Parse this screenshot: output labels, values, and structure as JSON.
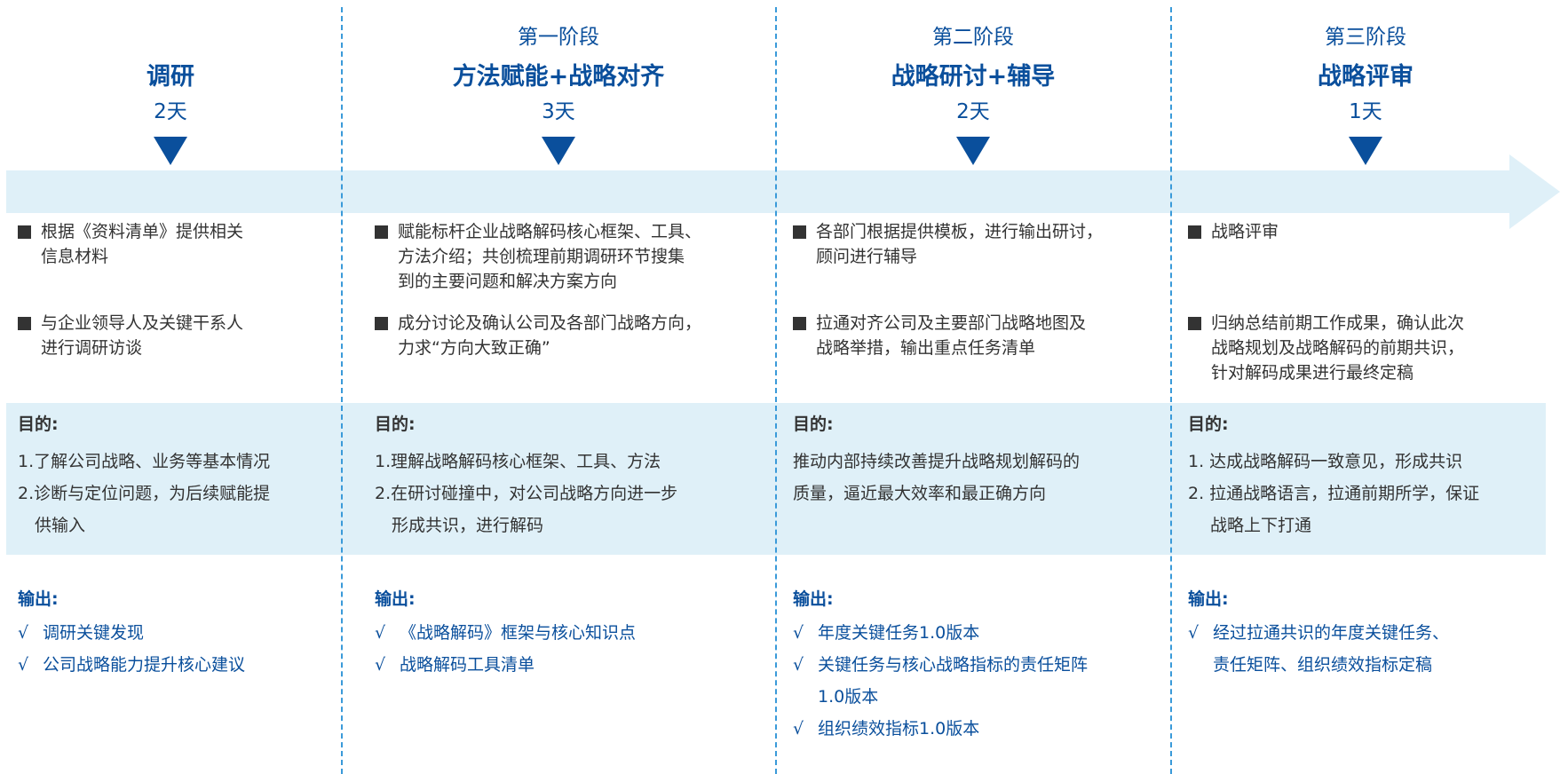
{
  "columns": [
    {
      "stage": "",
      "title": "调研",
      "days": "2天",
      "bullets": [
        [
          "根据《资料清单》提供相关",
          "信息材料"
        ],
        [
          "与企业领导人及关键干系人",
          "进行调研访谈"
        ]
      ],
      "purpose_label": "目的:",
      "purpose": [
        "1.了解公司战略、业务等基本情况",
        "2.诊断与定位问题，为后续赋能提",
        "　供输入"
      ],
      "output_label": "输出:",
      "outputs": [
        [
          "调研关键发现"
        ],
        [
          "公司战略能力提升核心建议"
        ]
      ]
    },
    {
      "stage": "第一阶段",
      "title": "方法赋能+战略对齐",
      "days": "3天",
      "bullets": [
        [
          "赋能标杆企业战略解码核心框架、工具、",
          "方法介绍；共创梳理前期调研环节搜集",
          "到的主要问题和解决方案方向"
        ],
        [
          "成分讨论及确认公司及各部门战略方向，",
          "力求“方向大致正确”"
        ]
      ],
      "purpose_label": "目的:",
      "purpose": [
        "1.理解战略解码核心框架、工具、方法",
        "2.在研讨碰撞中，对公司战略方向进一步",
        "　形成共识，进行解码"
      ],
      "output_label": "输出:",
      "outputs": [
        [
          "《战略解码》框架与核心知识点"
        ],
        [
          "战略解码工具清单"
        ]
      ]
    },
    {
      "stage": "第二阶段",
      "title": "战略研讨+辅导",
      "days": "2天",
      "bullets": [
        [
          "各部门根据提供模板，进行输出研讨，",
          "顾问进行辅导"
        ],
        [
          "拉通对齐公司及主要部门战略地图及",
          "战略举措，输出重点任务清单"
        ]
      ],
      "purpose_label": "目的:",
      "purpose": [
        "推动内部持续改善提升战略规划解码的",
        "质量，逼近最大效率和最正确方向"
      ],
      "output_label": "输出:",
      "outputs": [
        [
          "年度关键任务1.0版本"
        ],
        [
          "关键任务与核心战略指标的责任矩阵",
          "1.0版本"
        ],
        [
          "组织绩效指标1.0版本"
        ]
      ]
    },
    {
      "stage": "第三阶段",
      "title": "战略评审",
      "days": "1天",
      "bullets": [
        [
          "战略评审"
        ],
        [
          "归纳总结前期工作成果，确认此次",
          "战略规划及战略解码的前期共识，",
          "针对解码成果进行最终定稿"
        ]
      ],
      "purpose_label": "目的:",
      "purpose": [
        "1. 达成战略解码一致意见，形成共识",
        "2. 拉通战略语言，拉通前期所学，保证",
        "　 战略上下打通"
      ],
      "output_label": "输出:",
      "outputs": [
        [
          "经过拉通共识的年度关键任务、",
          "责任矩阵、组织绩效指标定稿"
        ]
      ]
    }
  ],
  "colors": {
    "primary": "#0a4f9c",
    "band": "#dff0f8",
    "divider": "#3a9ad9"
  }
}
